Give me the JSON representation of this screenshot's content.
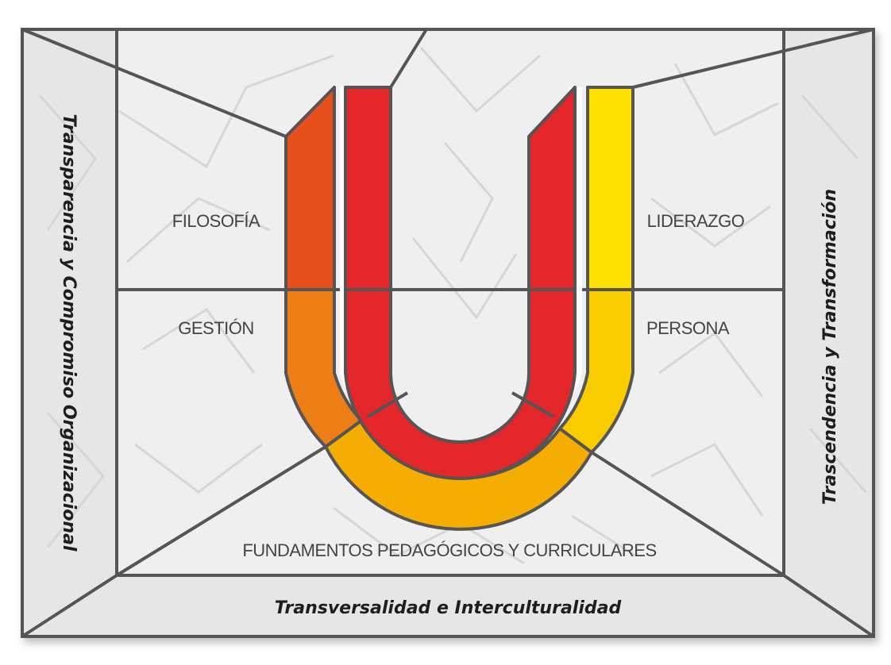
{
  "labels": {
    "top_left": "FILOSOFÍA",
    "top_right": "LIDERAZGO",
    "mid_left": "GESTIÓN",
    "mid_right": "PERSONA",
    "bottom": "FUNDAMENTOS PEDAGÓGICOS Y CURRICULARES"
  },
  "frame": {
    "left": "Transparencia y Compromiso Organizacional",
    "right": "Trascendencia y Transformación",
    "bottom": "Transversalidad e Interculturalidad"
  },
  "colors": {
    "frame_bg": "#e6e6e6",
    "panel_bg": "#efefef",
    "stroke": "#555555",
    "red": "#e3262a",
    "orange_red": "#e5501d",
    "orange": "#ec7e15",
    "amber": "#f4ad00",
    "gold": "#f9cc00",
    "yellow": "#ffe100"
  }
}
